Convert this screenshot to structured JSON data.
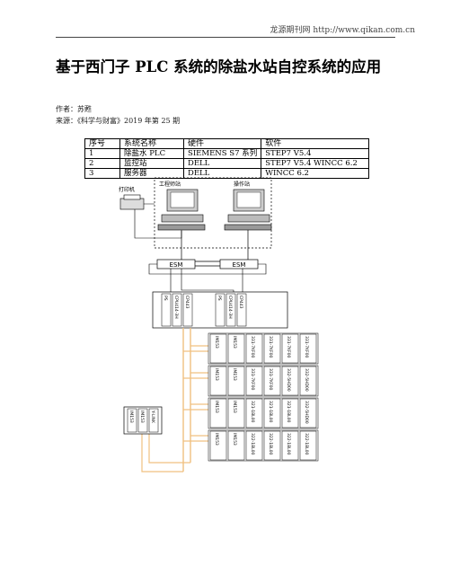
{
  "header": {
    "text": "龙源期刊网 http://www.qikan.com.cn"
  },
  "article": {
    "title": "基于西门子 PLC 系统的除盐水站自控系统的应用",
    "author": "作者：苏甦",
    "source": "来源：《科学与财富》2019 年第 25 期"
  },
  "table": {
    "headers": [
      "序号",
      "系统名称",
      "硬件",
      "软件"
    ],
    "rows": [
      [
        "1",
        "除盐水 PLC",
        "SIEMENS S7 系列",
        "STEP7 V5.4"
      ],
      [
        "2",
        "监控站",
        "DELL",
        "STEP7 V5.4 WINCC 6.2"
      ],
      [
        "3",
        "服务器",
        "DELL",
        "WINCC 6.2"
      ]
    ]
  },
  "diagram": {
    "printer_label": "打印机",
    "engineer_label": "工程师站",
    "operator_label": "操作站",
    "switch_label": "ESM",
    "rack_modules": [
      "PS",
      "CPU414-3H",
      "CP443",
      "PS",
      "CPU414-3H",
      "CP443"
    ],
    "io_rows": [
      [
        "IM153",
        "IM153",
        "331-7KF00",
        "331-7KF00",
        "331-7KF00",
        "331-7KF00"
      ],
      [
        "IM153",
        "IM153",
        "331-7KF00",
        "331-7KF00",
        "332-5HD00",
        "332-5HD00"
      ],
      [
        "IM153",
        "IM153",
        "321-1BL00",
        "321-1BL00",
        "321-1BL00",
        "332-5HD00"
      ],
      [
        "IM153",
        "IM153",
        "322-1BL00",
        "322-1BL00",
        "322-1BL00",
        "322-1BL00"
      ]
    ],
    "remote_modules": [
      "IM153",
      "IM153",
      "Y-LINK"
    ],
    "colors": {
      "fiber": "#f0c080",
      "line": "#000000"
    }
  }
}
